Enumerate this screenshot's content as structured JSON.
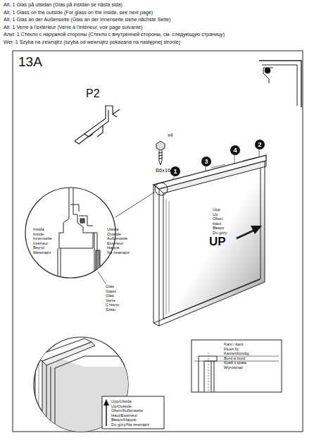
{
  "diagram": {
    "title": "13A",
    "labels": [
      "Alt. 1 Glas på utsidan (Glas på insidan se nästa sida)",
      "Alt. 1 Glass on the outside (For glass on the inside, see next page)",
      "Alt. 1 Glas an der Außenseite (Glas an der Innenseite siehe nächste Seite)",
      "Alt. 1 Verre à l'extérieur (Verre à l'intérieur, voir page suivante)",
      "Альт. 1 Стекло с наружной стороны (Стекло с внутренней стороны, см. следующую страницу)",
      "Wer. 1 Szyba na zewnątrz (szyba od wewnątrz pokazana na następnej stronie)",
      "P2",
      "x4",
      "B6x16mm",
      "1",
      "3",
      "4",
      "2",
      "Upp",
      "Up",
      "Oben",
      "Haut",
      "Вверх",
      "Do góry",
      "UP",
      "Insida",
      "Inside",
      "Innenseite",
      "Intérieur",
      "Внутр.",
      "Wewnątrz",
      "Utsida",
      "Outside",
      "Außenseite",
      "Extérieur",
      "Наруж.",
      "Na zewnątrz",
      "Glas",
      "Glass",
      "Glas",
      "Verre",
      "Стекло",
      "Szkło",
      "Upp/Utsida",
      "Up/Outside",
      "Oben/Außenseite",
      "Haut/Extérieur",
      "Вверх/Наруж.",
      "Do góry/Na zewnątrz",
      "Kant i kant",
      "Flush fit",
      "Kantenbündig",
      "Bord à bord",
      "Край к краю",
      "Wyrównać"
    ]
  }
}
